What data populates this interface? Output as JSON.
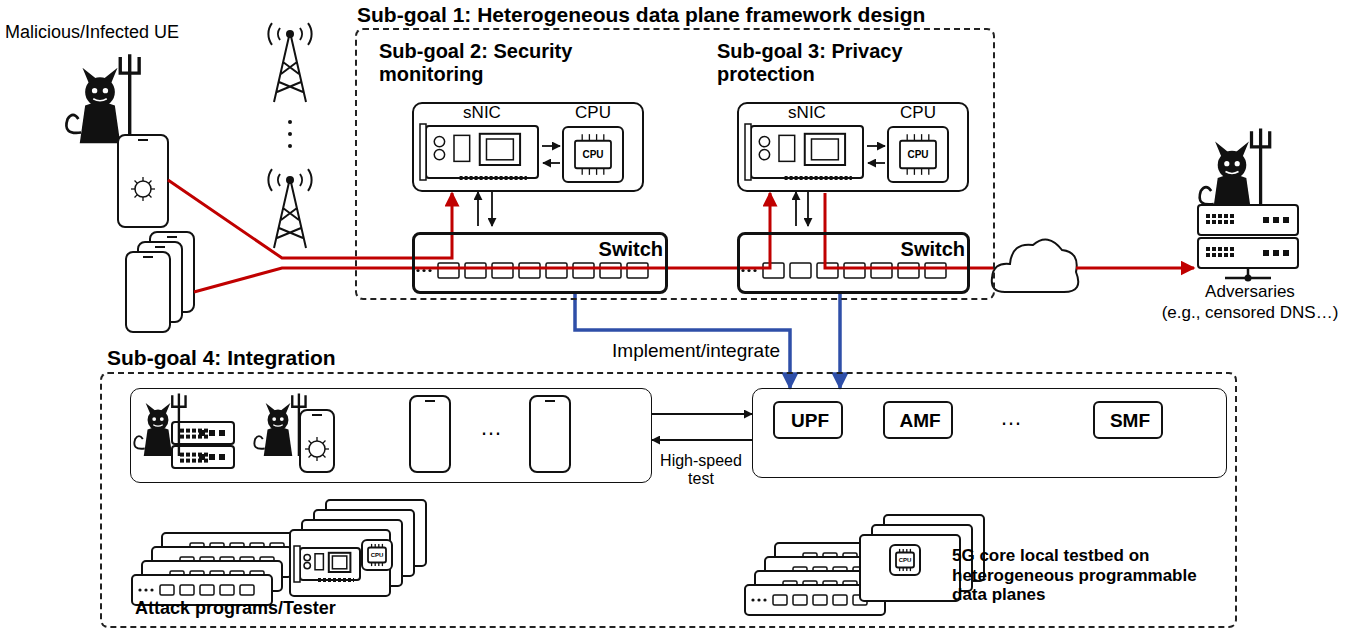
{
  "diagram": {
    "nodes": [
      {
        "text": [
          "Sub-goal 1: Heterogeneous data plane framework design"
        ]
      },
      {
        "text": [
          "Sub-goal 2: Security monitoring"
        ],
        "in": 0
      },
      {
        "text": [
          "Switch"
        ],
        "in": 0
      },
      {
        "text": [
          "Sub-goal 3: Privacy protection"
        ],
        "in": 0
      },
      {
        "text": [
          "Switch"
        ],
        "in": 0
      },
      {
        "text": [
          "Sub-goal 4: Integration"
        ]
      },
      {
        "text": [
          "…"
        ],
        "in": 5
      },
      {
        "text": [
          "…"
        ],
        "in": 5
      },
      {
        "text": [
          "UPF"
        ],
        "in": 7
      },
      {
        "text": [
          "AMF"
        ],
        "in": 7
      },
      {
        "text": [
          "SMF"
        ],
        "in": 7
      }
    ],
    "edges": [
      {
        "from": 2,
        "to": 7,
        "label": "Implement/integrate",
        "arrow": "to"
      },
      {
        "from": 4,
        "to": 7,
        "arrow": "to"
      },
      {
        "from": 6,
        "to": 7,
        "label": "High-speed test",
        "arrow": "to"
      },
      {
        "from": 7,
        "to": 6,
        "arrow": "to"
      }
    ],
    "labels": [
      "Malicious/Infected UE",
      "sNIC",
      "CPU",
      "CPU",
      "sNIC",
      "CPU",
      "CPU",
      "Adversaries",
      "(e.g., censored DNS…)",
      "CPU",
      "CPU",
      "Attack programs/Tester",
      "5G core local testbed on heterogeneous programmable data planes"
    ]
  }
}
